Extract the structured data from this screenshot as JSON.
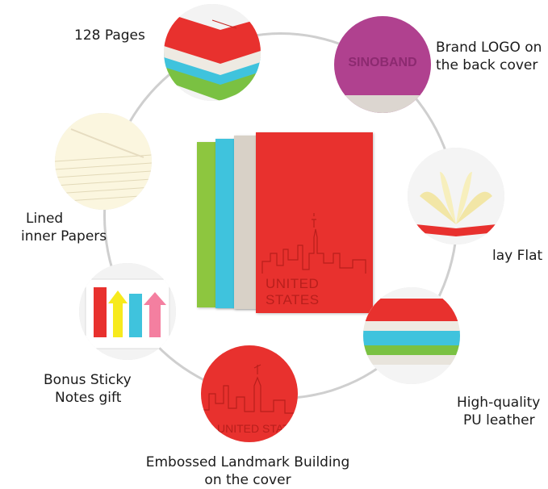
{
  "features": [
    {
      "id": "pages",
      "lines": [
        "128 Pages"
      ],
      "icon": "stacked-notebooks-photo"
    },
    {
      "id": "logo",
      "lines": [
        "Brand LOGO on",
        "the back cover"
      ],
      "icon": "logo-emboss-photo",
      "logo_text": "SINOBAND"
    },
    {
      "id": "lined",
      "lines": [
        "Lined",
        "inner Papers"
      ],
      "icon": "lined-paper-photo"
    },
    {
      "id": "flat",
      "lines": [
        "lay Flat"
      ],
      "icon": "open-notebook-photo"
    },
    {
      "id": "sticky",
      "lines": [
        "Bonus Sticky",
        "Notes gift"
      ],
      "icon": "sticky-notes-photo"
    },
    {
      "id": "pu",
      "lines": [
        "High-quality",
        "PU leather"
      ],
      "icon": "leather-corners-photo"
    },
    {
      "id": "emboss",
      "lines": [
        "Embossed Landmark Building",
        "on the cover"
      ],
      "icon": "embossed-skyline-photo",
      "emboss_text": "UNITED STATES"
    }
  ],
  "center_product": {
    "cover_text": "UNITED STATES",
    "colors": [
      "#8dc63f",
      "#3fc3dd",
      "#d8d1c7",
      "#e8312e"
    ]
  },
  "accent_colors": {
    "ring": "#cfcfcf",
    "red": "#e8312e",
    "magenta": "#b0418f"
  }
}
